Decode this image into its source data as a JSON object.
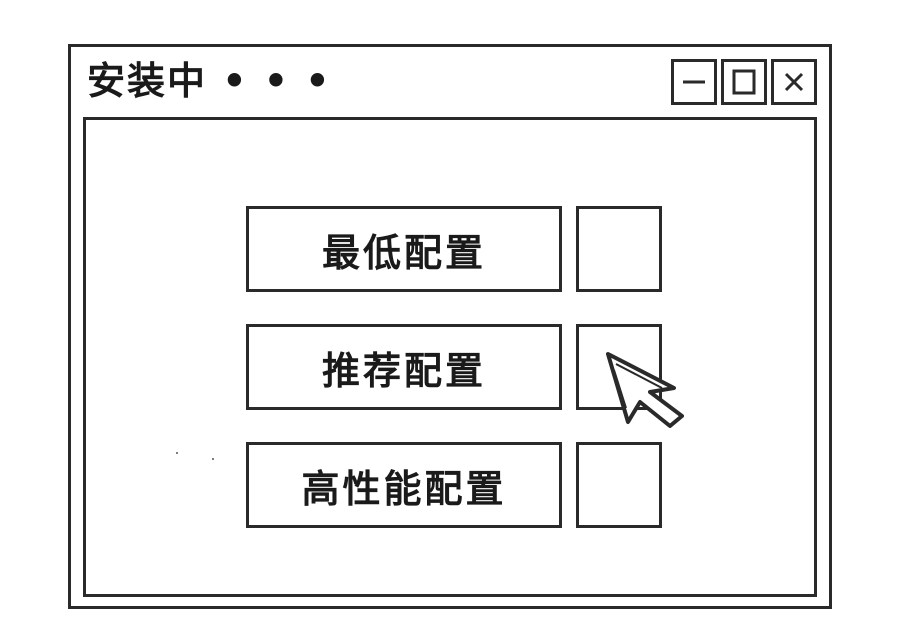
{
  "window": {
    "title": "安装中 • • •",
    "controls": {
      "minimize_icon": "minimize-icon",
      "maximize_icon": "maximize-icon",
      "close_icon": "close-icon"
    }
  },
  "options": [
    {
      "label": "最低配置"
    },
    {
      "label": "推荐配置"
    },
    {
      "label": "高性能配置"
    }
  ],
  "cursor": {
    "icon": "mouse-pointer-icon",
    "hovering": "推荐配置"
  },
  "colors": {
    "stroke": "#2a2a2a",
    "background": "#ffffff",
    "text": "#1a1a1a"
  }
}
